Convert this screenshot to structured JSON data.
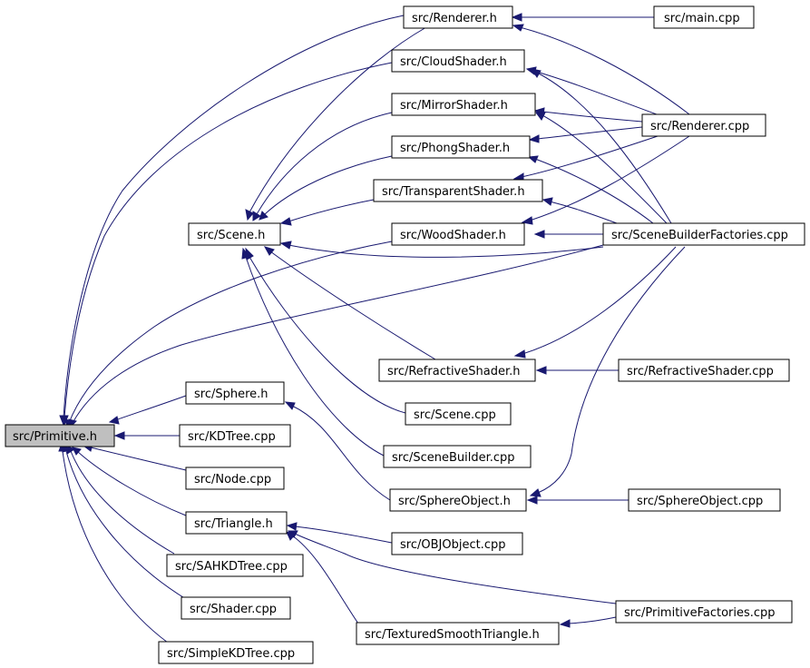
{
  "nodes": {
    "primitive_h": "src/Primitive.h",
    "renderer_h": "src/Renderer.h",
    "main_cpp": "src/main.cpp",
    "cloudshader_h": "src/CloudShader.h",
    "mirrorshader_h": "src/MirrorShader.h",
    "renderer_cpp": "src/Renderer.cpp",
    "phongshader_h": "src/PhongShader.h",
    "transparentshader_h": "src/TransparentShader.h",
    "scene_h": "src/Scene.h",
    "woodshader_h": "src/WoodShader.h",
    "scenebuilderfactories_cpp": "src/SceneBuilderFactories.cpp",
    "refractiveshader_h": "src/RefractiveShader.h",
    "refractiveshader_cpp": "src/RefractiveShader.cpp",
    "sphere_h": "src/Sphere.h",
    "scene_cpp": "src/Scene.cpp",
    "kdtree_cpp": "src/KDTree.cpp",
    "scenebuilder_cpp": "src/SceneBuilder.cpp",
    "node_cpp": "src/Node.cpp",
    "sphereobject_h": "src/SphereObject.h",
    "sphereobject_cpp": "src/SphereObject.cpp",
    "triangle_h": "src/Triangle.h",
    "objobject_cpp": "src/OBJObject.cpp",
    "sahkdtree_cpp": "src/SAHKDTree.cpp",
    "primitivefactories_cpp": "src/PrimitiveFactories.cpp",
    "shader_cpp": "src/Shader.cpp",
    "texturedsmoothtriangle_h": "src/TexturedSmoothTriangle.h",
    "simplekdtree_cpp": "src/SimpleKDTree.cpp"
  },
  "colors": {
    "edge": "#191970",
    "root_fill": "#bfbfbf",
    "node_fill": "#ffffff",
    "node_border": "#000000"
  }
}
